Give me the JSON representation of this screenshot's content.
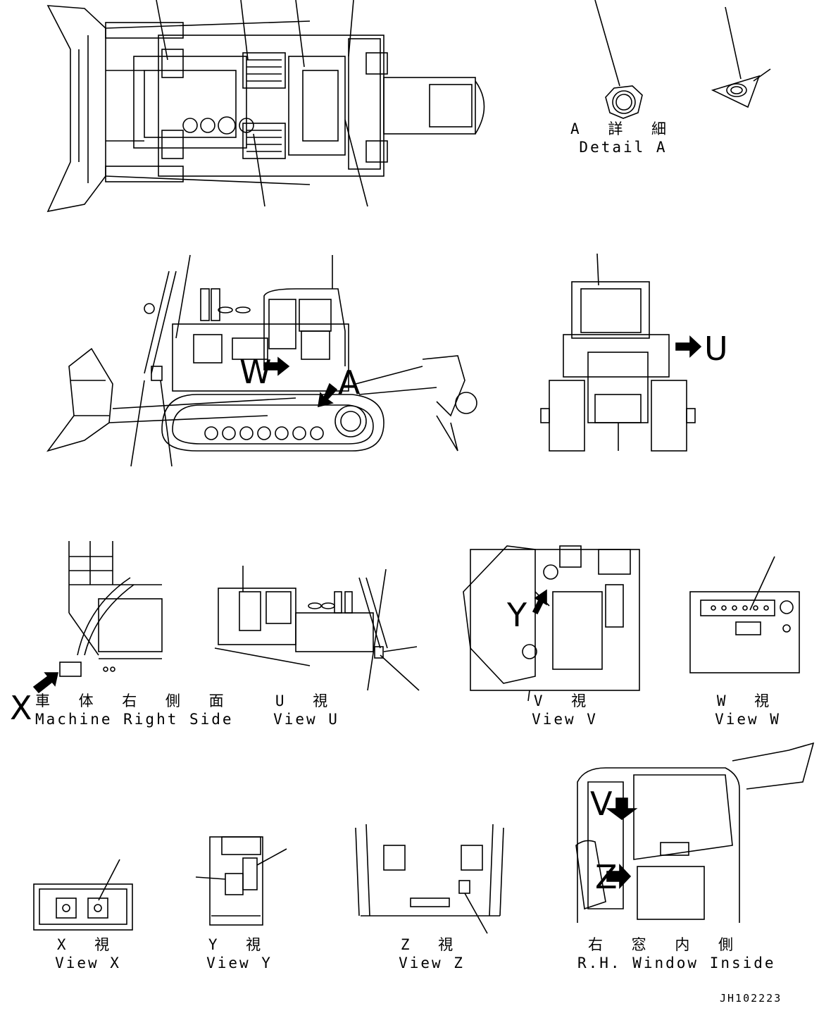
{
  "captions": {
    "detail_a": {
      "jp": "A 詳 細",
      "en": "Detail A"
    },
    "machine_right_side": {
      "jp": "車 体 右 側 面",
      "en": "Machine Right Side"
    },
    "view_u": {
      "jp": "U 視",
      "en": "View U"
    },
    "view_v": {
      "jp": "V 視",
      "en": "View V"
    },
    "view_w": {
      "jp": "W 視",
      "en": "View W"
    },
    "view_x": {
      "jp": "X 視",
      "en": "View X"
    },
    "view_y": {
      "jp": "Y 視",
      "en": "View Y"
    },
    "view_z": {
      "jp": "Z 視",
      "en": "View Z"
    },
    "rh_window_inside": {
      "jp": "右 窓 内 側",
      "en": "R.H. Window Inside"
    }
  },
  "view_letters": {
    "w": "W",
    "a": "A",
    "u": "U",
    "x": "X",
    "y": "Y",
    "v": "V",
    "z": "Z"
  },
  "drawing_code": "JH102223",
  "colors": {
    "line": "#000000",
    "background": "#ffffff"
  }
}
